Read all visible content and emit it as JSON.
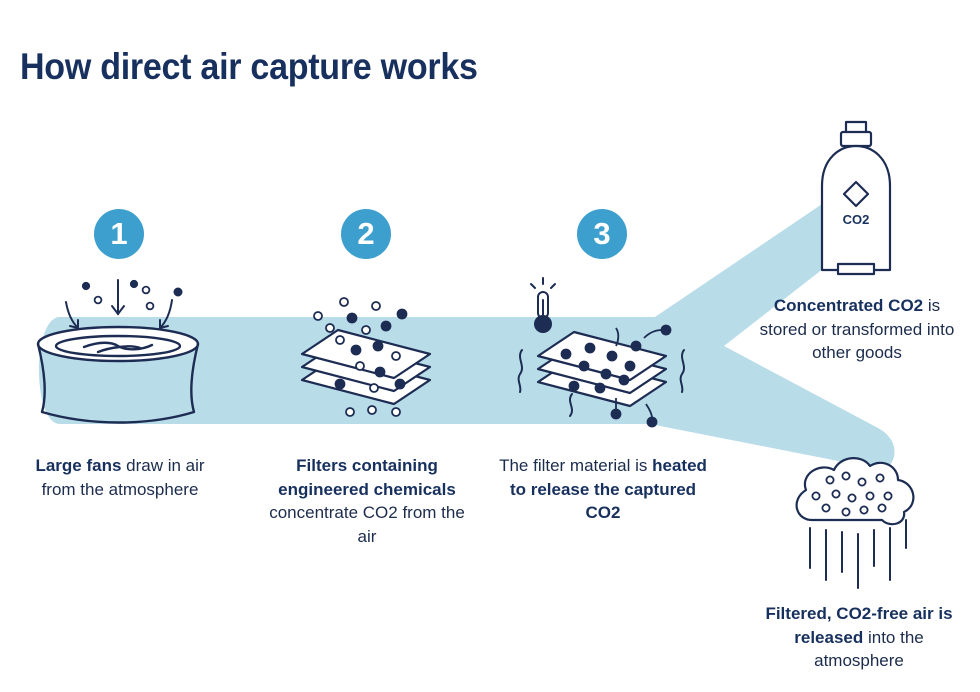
{
  "title": "How direct air capture works",
  "steps": [
    {
      "number": "1",
      "bold": "Large fans",
      "text": " draw in air from the atmosphere"
    },
    {
      "number": "2",
      "bold": "Filters containing engineered chemicals",
      "text": " concentrate CO2 from the air"
    },
    {
      "number": "3",
      "lead": "The filter material is ",
      "bold": "heated to release the captured CO2"
    }
  ],
  "outputs": {
    "stored": {
      "bold": "Concentrated CO2",
      "text": " is stored or transformed into other goods",
      "tank_label": "CO2"
    },
    "released": {
      "bold": "Filtered, CO2-free air is released",
      "text": " into the atmosphere"
    }
  },
  "colors": {
    "title": "#17305e",
    "badge": "#3d9fce",
    "flow": "#b9dce9",
    "icon": "#1c2c52"
  }
}
